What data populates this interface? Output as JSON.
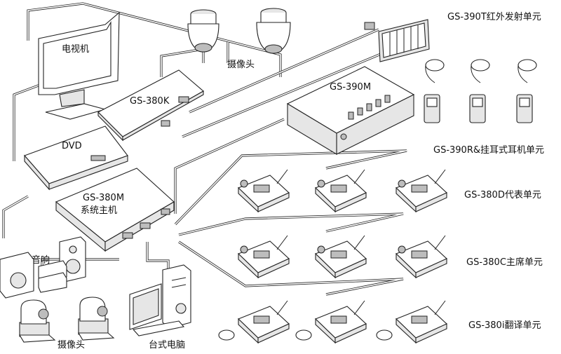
{
  "labels": {
    "tv": "电视机",
    "camera_top": "摄像头",
    "gs380k": "GS-380K",
    "gs390m": "GS-390M",
    "gs390t": "GS-390T红外发射单元",
    "gs390r": "GS-390R&挂耳式耳机单元",
    "dvd": "DVD",
    "gs380m": "GS-380M",
    "host": "系统主机",
    "gs380d": "GS-380D代表单元",
    "gs380c": "GS-380C主席单元",
    "gs380i": "GS-380i翻译单元",
    "speaker": "音响",
    "camera_bottom": "摄像头",
    "desktop": "台式电脑"
  }
}
